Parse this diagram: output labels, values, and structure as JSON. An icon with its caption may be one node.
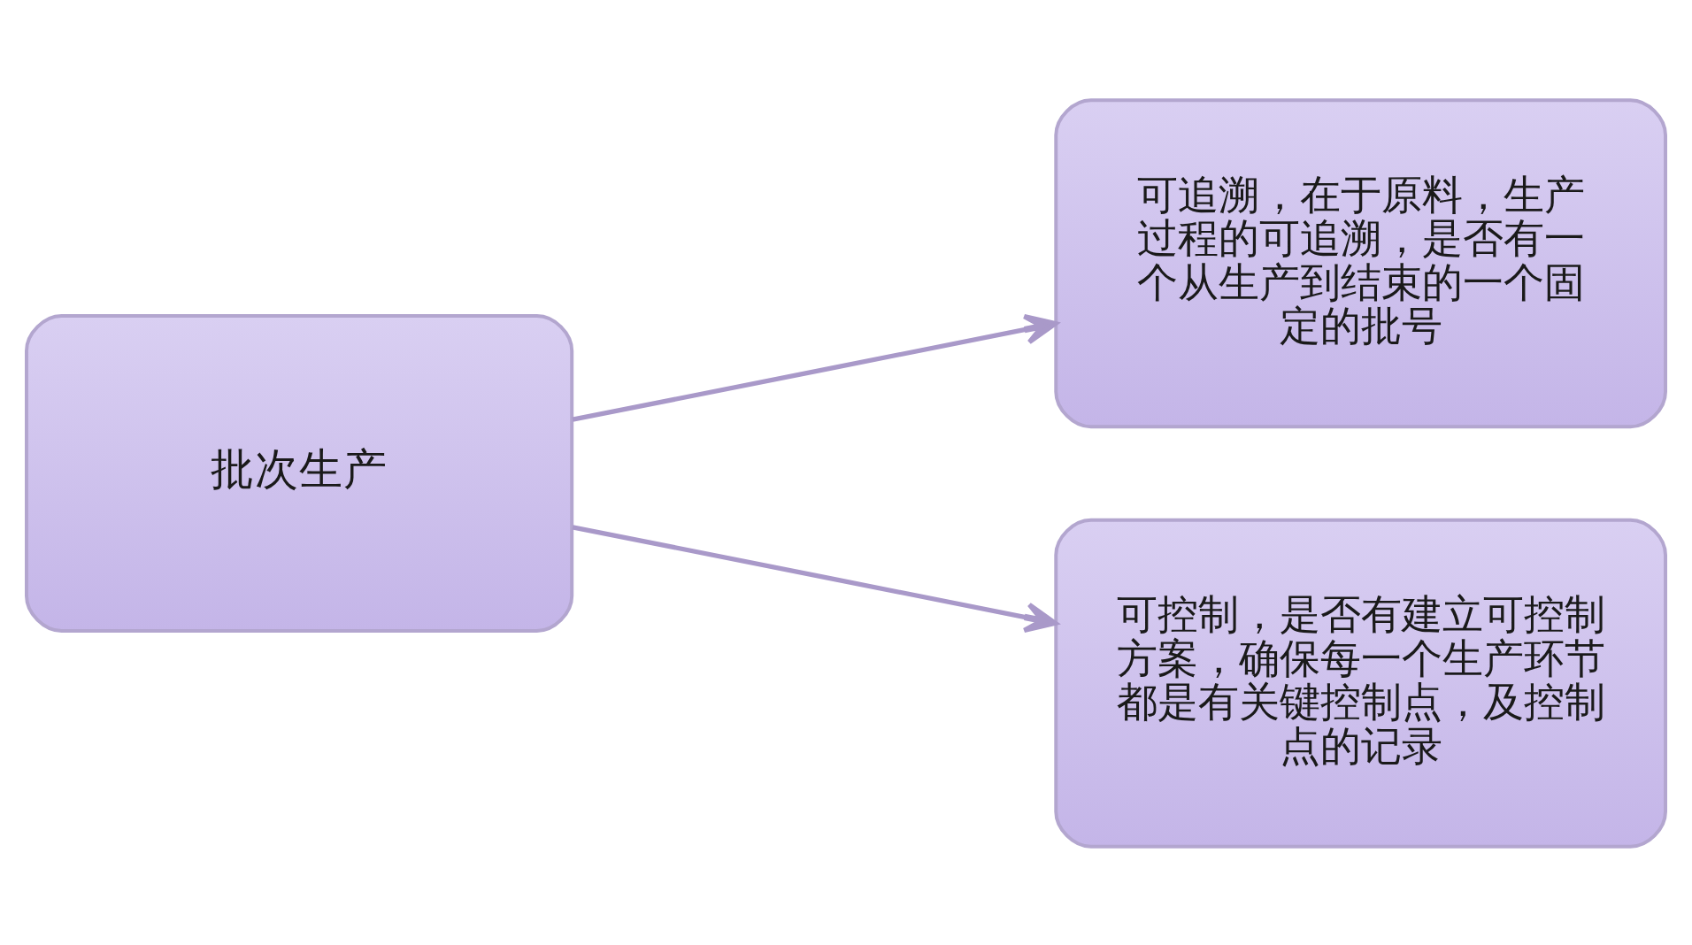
{
  "diagram": {
    "nodes": [
      {
        "text": [
          "批次生产"
        ]
      },
      {
        "text": [
          "可追溯，在于原料，生产过程的可追溯，是否有一个从生产到结束的一个固定的批号"
        ]
      },
      {
        "text": [
          "可控制，是否有建立可控制方案，确保每一个生产环节都是有关键控制点，及控制点的记录"
        ]
      }
    ],
    "edges": [
      {
        "from": 0,
        "to": 1,
        "arrow": "to"
      },
      {
        "from": 0,
        "to": 2,
        "arrow": "to"
      }
    ]
  }
}
